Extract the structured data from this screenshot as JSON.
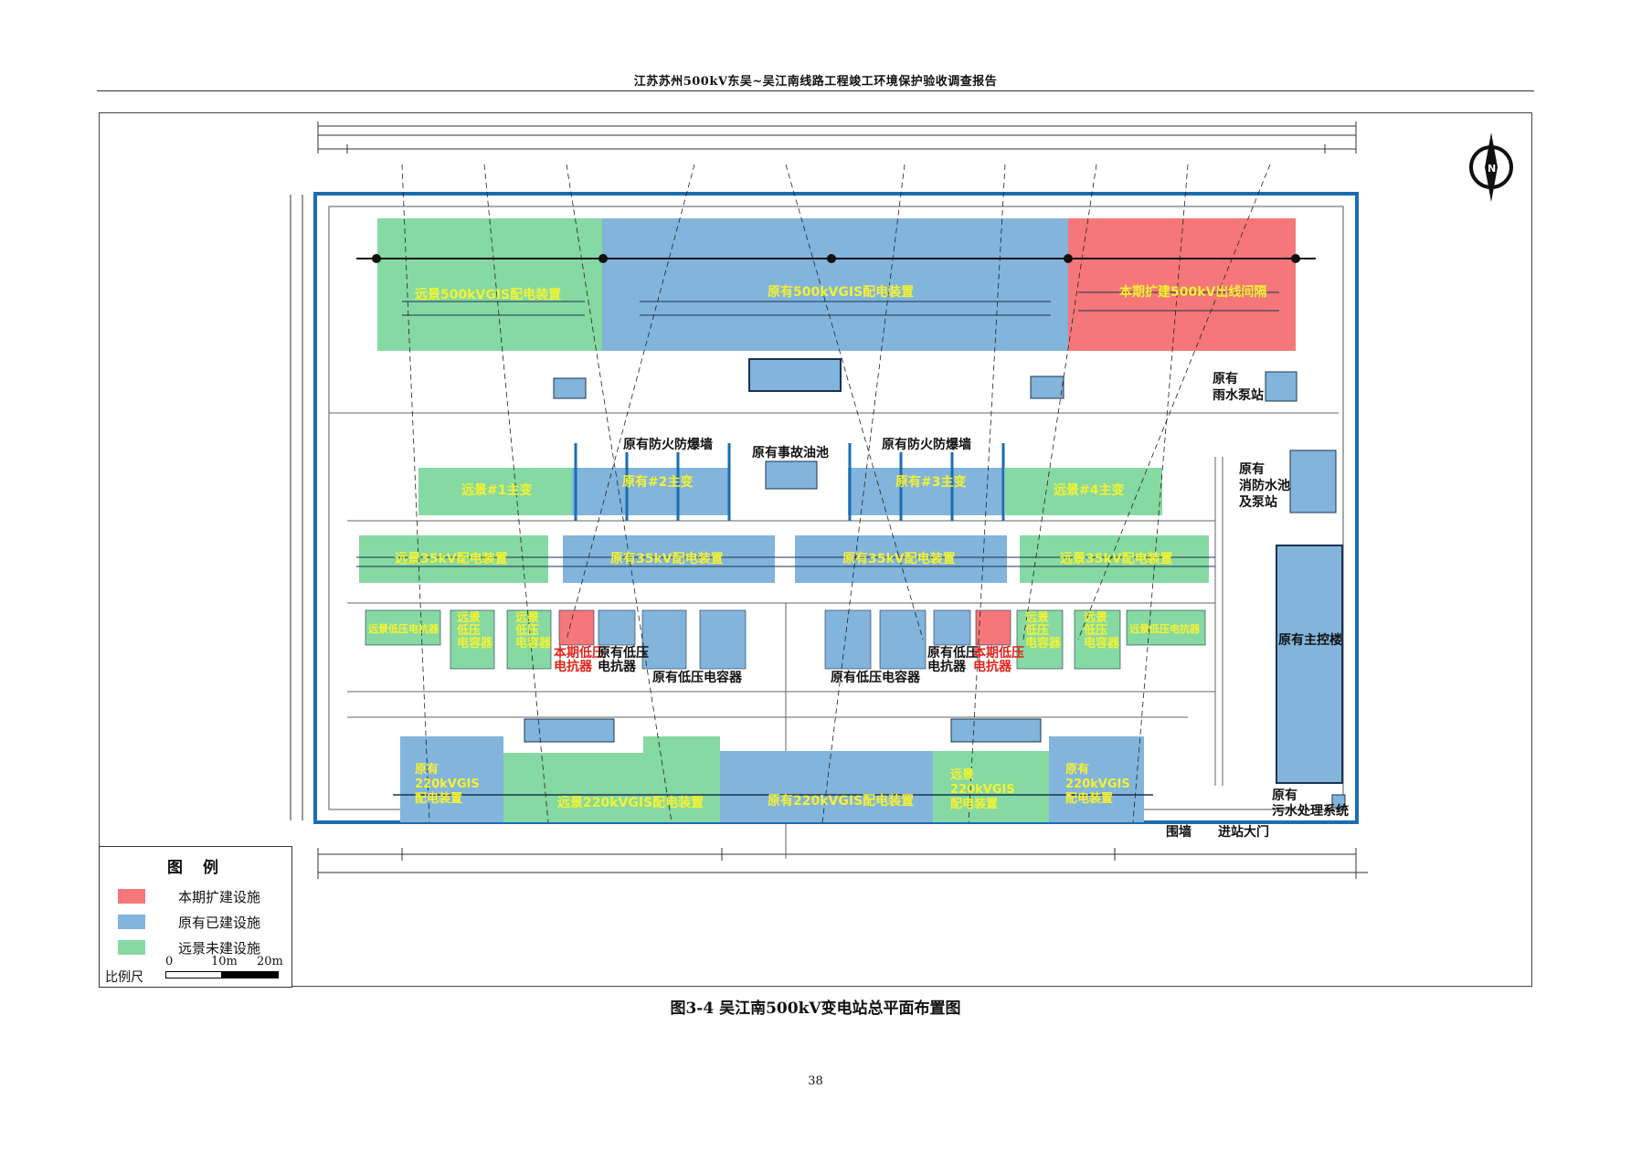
{
  "header": {
    "title": "江苏苏州500kV东吴~吴江南线路工程竣工环境保护验收调查报告"
  },
  "colors": {
    "expansion": "#f5777a",
    "existing": "#82b4dc",
    "future": "#86d9a3",
    "label_text": "#f5f231",
    "red_text": "#e2231a",
    "outline": "#1b6db0"
  },
  "zones": {
    "gis500_future": "远景500kVGIS配电装置",
    "gis500_existing": "原有500kVGIS配电装置",
    "gis500_expansion": "本期扩建500kV出线间隔",
    "trans_future_left": "远景#1主变",
    "trans_existing_left": "原有#2主变",
    "trans_existing_right": "原有#3主变",
    "trans_future_right": "远景#4主变",
    "kv35_future_left": "远景35kV配电装置",
    "kv35_existing_left": "原有35kV配电装置",
    "kv35_existing_right": "原有35kV配电装置",
    "kv35_future_right": "远景35kV配电装置",
    "gis220_existing_left": "原有220kVGIS配电装置",
    "gis220_future_left": "远景220kVGIS配电装置",
    "gis220_existing_mid": "原有220kVGIS配电装置",
    "gis220_future_right": "远景220kVGIS配电装置",
    "gis220_existing_right": "原有220kVGIS配电装置",
    "lv_future_reactor_left": "远景低压电抗器",
    "lv_future_cap_1": "远景低压电容器",
    "lv_future_cap_2": "远景低压电容器",
    "lv_future_cap_3": "远景低压电容器",
    "lv_future_cap_4": "远景低压电容器",
    "lv_future_reactor_right": "远景低压电抗器"
  },
  "annotations": {
    "firewall_left": "原有防火防爆墙",
    "firewall_right": "原有防火防爆墙",
    "oil_pool": "原有事故油池",
    "rain_pump": [
      "原有",
      "雨水泵站"
    ],
    "fire_pool": [
      "原有",
      "消防水池",
      "及泵站"
    ],
    "control_building": "原有主控楼",
    "sewage": [
      "原有",
      "污水处理系统"
    ],
    "lv_reactor_new_left": [
      "本期低压",
      "电抗器"
    ],
    "lv_reactor_old_left": [
      "原有低压",
      "电抗器"
    ],
    "lv_capacitor_old_left": "原有低压电容器",
    "lv_capacitor_old_right": "原有低压电容器",
    "lv_reactor_old_right": [
      "原有低压",
      "电抗器"
    ],
    "lv_reactor_new_right": [
      "本期低压",
      "电抗器"
    ],
    "enclosure": "围墙",
    "gate": "进站大门"
  },
  "legend": {
    "title": "图 例",
    "items": [
      {
        "label": "本期扩建设施",
        "color": "#f5777a"
      },
      {
        "label": "原有已建设施",
        "color": "#82b4dc"
      },
      {
        "label": "远景未建设施",
        "color": "#86d9a3"
      }
    ],
    "scale_label": "比例尺",
    "scale_ticks": [
      "0",
      "10m",
      "20m"
    ]
  },
  "compass": {
    "letter": "N",
    "icon": "north-arrow-icon"
  },
  "caption": "图3-4 吴江南500kV变电站总平面布置图",
  "page_number": "38"
}
